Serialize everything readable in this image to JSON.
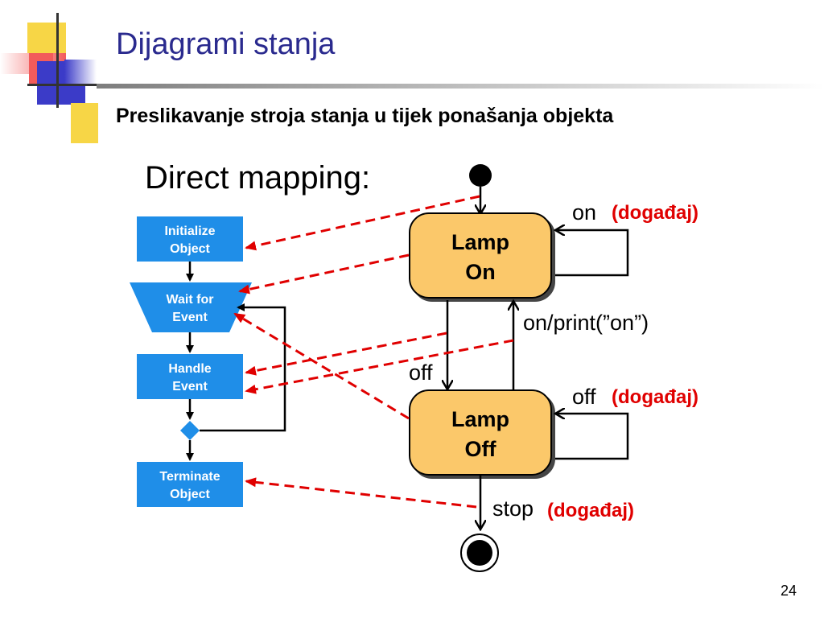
{
  "slide": {
    "title": "Dijagrami stanja",
    "subtitle": "Preslikavanje stroja stanja u tijek ponašanja objekta",
    "page_number": "24"
  },
  "diagram": {
    "heading": "Direct mapping:",
    "flowchart": {
      "initialize": [
        "Initialize",
        "Object"
      ],
      "wait": [
        "Wait for",
        "Event"
      ],
      "handle": [
        "Handle",
        "Event"
      ],
      "terminate": [
        "Terminate",
        "Object"
      ]
    },
    "states": {
      "lamp_on": [
        "Lamp",
        "On"
      ],
      "lamp_off": [
        "Lamp",
        "Off"
      ]
    },
    "transitions": {
      "on_self": "on",
      "on_print": "on/print(”on”)",
      "off_down": "off",
      "off_self": "off",
      "stop": "stop"
    },
    "event_note": "(događaj)"
  },
  "colors": {
    "title": "#2a2a8e",
    "flow_box": "#1f8ee8",
    "state_fill": "#fbc86a",
    "mapping_arrow": "#e00000"
  }
}
